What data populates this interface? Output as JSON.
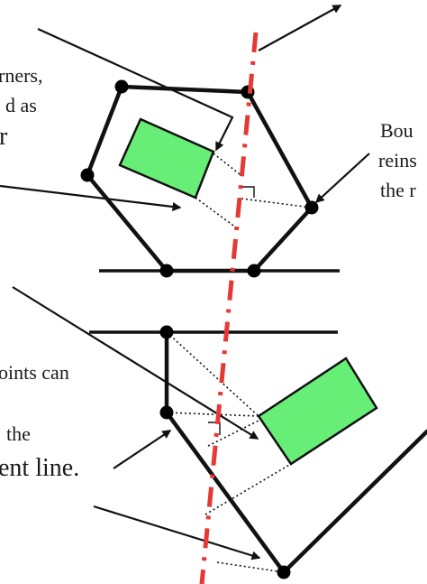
{
  "labels": {
    "t1_line1": "rners,",
    "t1_line2": "d as",
    "t1_line3": "r",
    "t2_line1": "Bou",
    "t2_line2": "reins",
    "t2_line3": "the r",
    "t3_line1": "oints can",
    "t3_line2": "the",
    "t3_line3": "ent line."
  },
  "colors": {
    "cut_line": "#e53935",
    "box_fill": "#66ee77",
    "outline": "#111111"
  }
}
